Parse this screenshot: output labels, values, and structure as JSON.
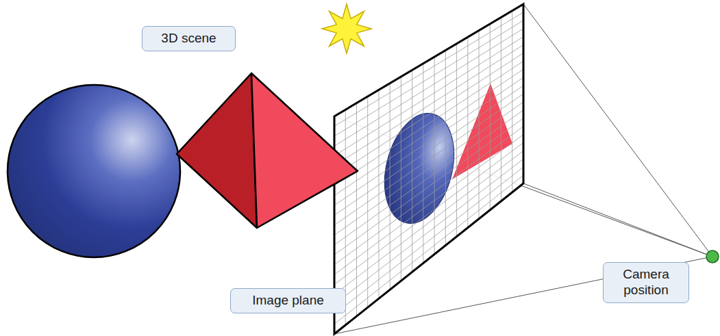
{
  "diagram": {
    "nodes": [
      {
        "text": [
          "3D scene"
        ]
      },
      {
        "text": [
          "Image plane"
        ]
      },
      {
        "text": [
          "Camera position"
        ]
      }
    ]
  }
}
